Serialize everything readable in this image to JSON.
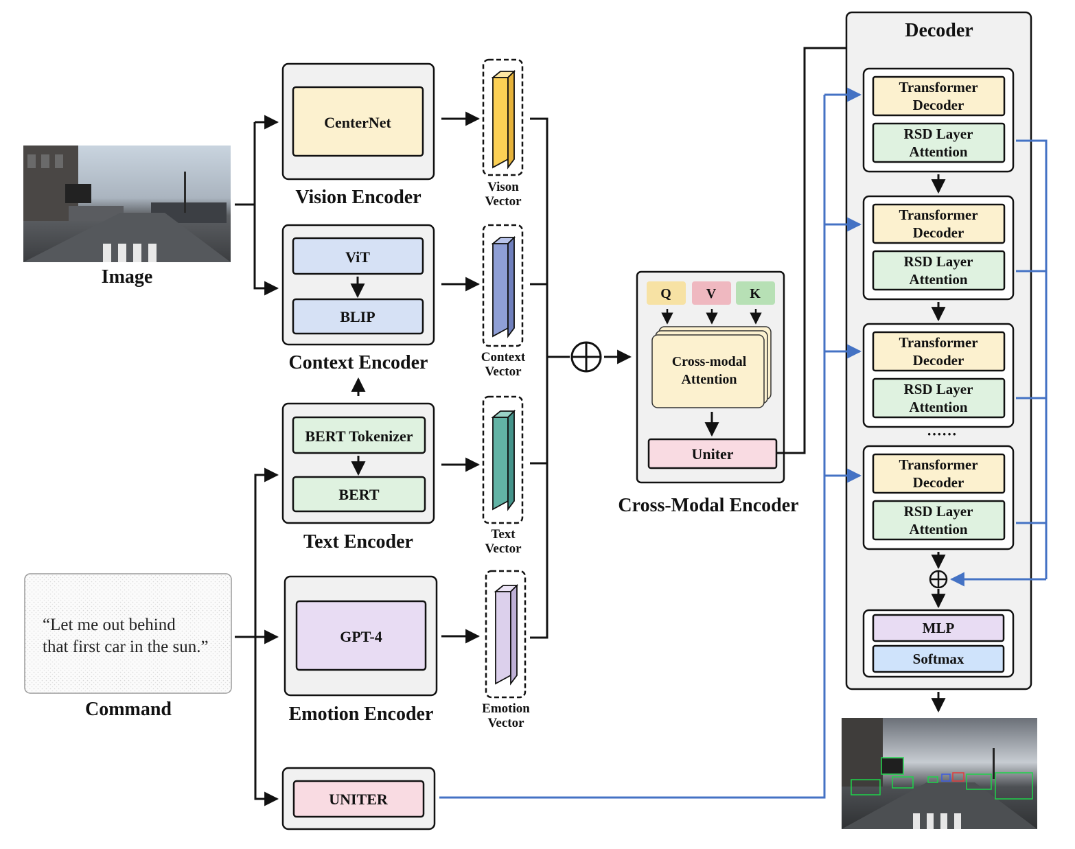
{
  "colors": {
    "arrow_black": "#111111",
    "arrow_blue": "#4472c4",
    "panel_bg": "#f1f1f1",
    "yellow_fill": "#fcf1cf",
    "blue_fill": "#d6e1f5",
    "green_fill": "#dff2e0",
    "purple_fill": "#e8dcf3",
    "pink_fill": "#f9dbe2",
    "light_blue_fill": "#cfe3fb",
    "q_fill": "#f7e2a4",
    "v_fill": "#efb8c0",
    "k_fill": "#b7e0b5",
    "vision_vector": "#fbd055",
    "context_vector": "#8f9fd6",
    "text_vector": "#62b3a5",
    "emotion_vector": "#dcd0ec"
  },
  "inputs": {
    "image_label": "Image",
    "command_text_line1": "“Let me out behind",
    "command_text_line2": "that first car in the sun.”",
    "command_label": "Command"
  },
  "encoders": {
    "vision": {
      "module": "CenterNet",
      "title": "Vision Encoder"
    },
    "context": {
      "module_top": "ViT",
      "module_bottom": "BLIP",
      "title": "Context Encoder"
    },
    "text": {
      "module_top": "BERT Tokenizer",
      "module_bottom": "BERT",
      "title": "Text Encoder"
    },
    "emotion": {
      "module": "GPT-4",
      "title": "Emotion Encoder"
    },
    "uniter": {
      "module": "UNITER"
    }
  },
  "vectors": {
    "vision": {
      "line1": "Vison",
      "line2": "Vector"
    },
    "context": {
      "line1": "Context",
      "line2": "Vector"
    },
    "text": {
      "line1": "Text",
      "line2": "Vector"
    },
    "emotion": {
      "line1": "Emotion",
      "line2": "Vector"
    }
  },
  "cross_modal": {
    "q": "Q",
    "v": "V",
    "k": "K",
    "attention_line1": "Cross-modal",
    "attention_line2": "Attention",
    "uniter": "Uniter",
    "title": "Cross-Modal Encoder"
  },
  "decoder": {
    "title": "Decoder",
    "blocks": [
      {
        "td_line1": "Transformer",
        "td_line2": "Decoder",
        "rsd_line1": "RSD Layer",
        "rsd_line2": "Attention"
      },
      {
        "td_line1": "Transformer",
        "td_line2": "Decoder",
        "rsd_line1": "RSD Layer",
        "rsd_line2": "Attention"
      },
      {
        "td_line1": "Transformer",
        "td_line2": "Decoder",
        "rsd_line1": "RSD Layer",
        "rsd_line2": "Attention"
      },
      {
        "td_line1": "Transformer",
        "td_line2": "Decoder",
        "rsd_line1": "RSD Layer",
        "rsd_line2": "Attention"
      }
    ],
    "ellipsis": "······",
    "mlp": "MLP",
    "softmax": "Softmax"
  }
}
